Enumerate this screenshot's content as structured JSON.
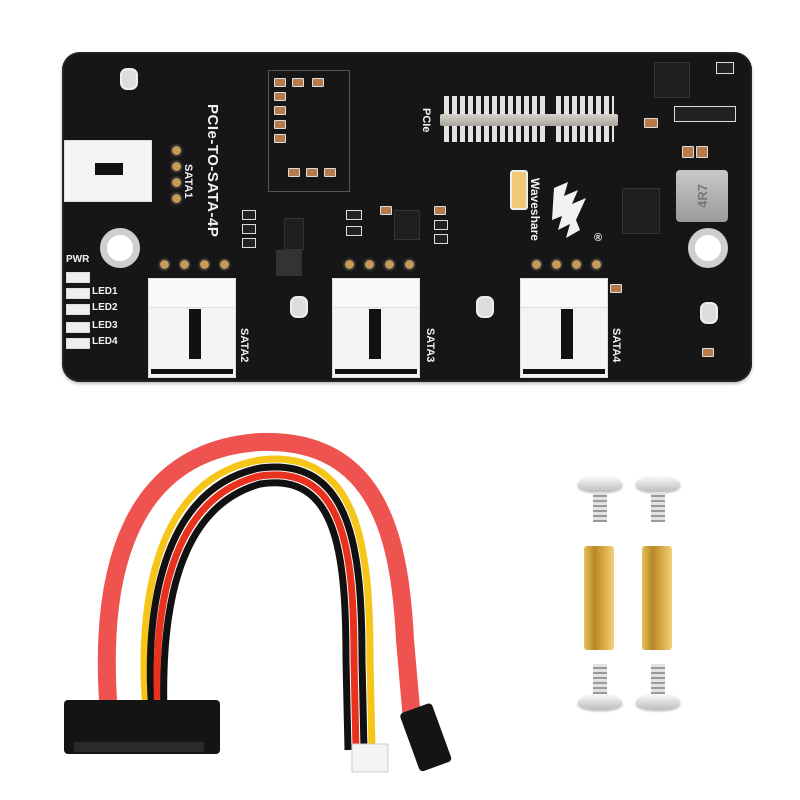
{
  "product": {
    "board_name": "PCIe-TO-SATA-4P",
    "brand": "Waveshare",
    "brand_mark": "®",
    "interface_label": "PCIe",
    "inductor_marking": "4R7"
  },
  "connectors": [
    {
      "label": "SATA1"
    },
    {
      "label": "SATA2"
    },
    {
      "label": "SATA3"
    },
    {
      "label": "SATA4"
    }
  ],
  "indicators": {
    "power": "PWR",
    "leds": [
      "LED1",
      "LED2",
      "LED3",
      "LED4"
    ]
  },
  "accessories": {
    "cable": {
      "colors": {
        "sata": "#ee4b4b",
        "red": "#e8321e",
        "yellow": "#f5c518",
        "black": "#111111"
      }
    },
    "screws_count": 4,
    "standoffs_count": 2
  },
  "colors": {
    "pcb": "#161616",
    "silkscreen": "#f2f2f2",
    "header": "#f4f4f4",
    "brass": "#d2a23c"
  }
}
